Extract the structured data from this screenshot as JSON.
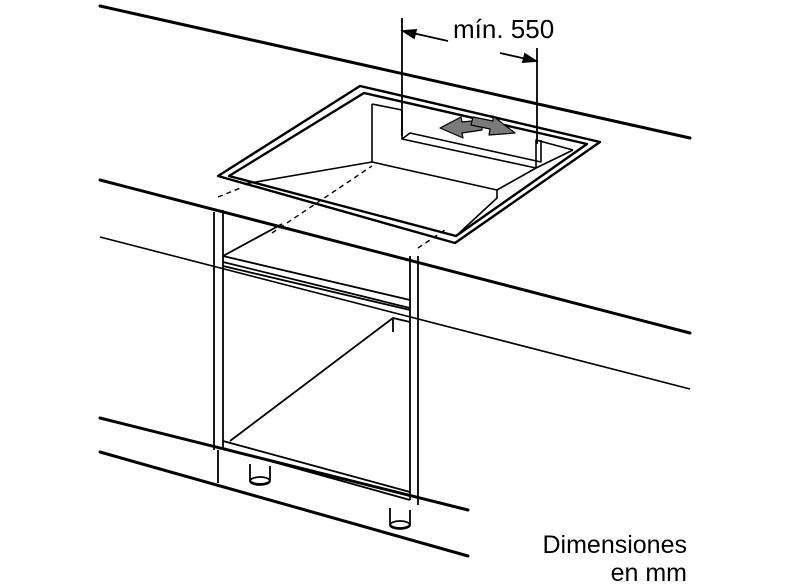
{
  "diagram": {
    "min_clearance_label": "mín. 550",
    "units_label_line1": "Dimensiones",
    "units_label_line2": "en mm"
  },
  "colors": {
    "stroke": "#000000",
    "background": "#ffffff",
    "arrow_fill": "#7a7a7a"
  }
}
